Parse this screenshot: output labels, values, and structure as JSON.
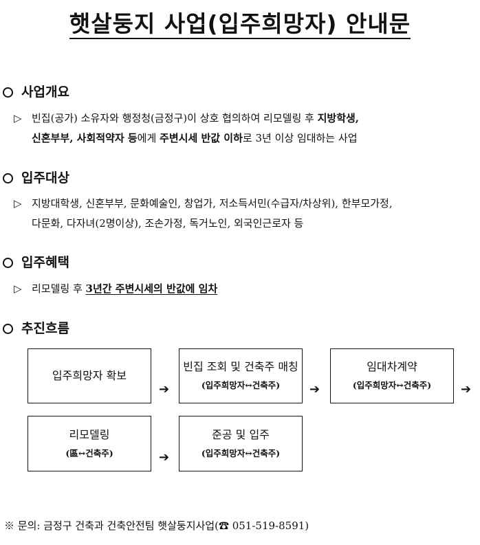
{
  "title": "햇살둥지 사업(입주희망자) 안내문",
  "sections": [
    {
      "heading": "사업개요",
      "bullet": "▷",
      "line1_parts": [
        {
          "text": "빈집(공가) 소유자와 행정청(금정구)이 상호 협의하여 리모델링 후 ",
          "style": "normal"
        },
        {
          "text": "지방학생,",
          "style": "bold"
        }
      ],
      "line2_parts": [
        {
          "text": "신혼부부, 사회적약자 등",
          "style": "bold"
        },
        {
          "text": "에게 ",
          "style": "normal"
        },
        {
          "text": "주변시세 반값 이하",
          "style": "bold"
        },
        {
          "text": "로 3년 이상 임대하는 사업",
          "style": "normal"
        }
      ]
    },
    {
      "heading": "입주대상",
      "bullet": "▷",
      "line1": "지방대학생, 신혼부부, 문화예술인, 창업가, 저소득서민(수급자/차상위), 한부모가정,",
      "line2": "다문화, 다자녀(2명이상), 조손가정, 독거노인, 외국인근로자 등"
    },
    {
      "heading": "입주혜택",
      "bullet": "▷",
      "prefix": "리모델링 후 ",
      "highlight": "3년간 주변시세의 반값에 임차"
    },
    {
      "heading": "추진흐름"
    }
  ],
  "flow": [
    {
      "main": "입주희망자 확보",
      "sub": ""
    },
    {
      "main": "빈집 조회 및 건축주 매칭",
      "sub": "(입주희망자↔건축주)"
    },
    {
      "main": "임대차계약",
      "sub": "(입주희망자↔건축주)"
    },
    {
      "main": "리모델링",
      "sub": "(區↔건축주)"
    },
    {
      "main": "준공 및 입주",
      "sub": "(입주희망자↔건축주)"
    }
  ],
  "arrow_glyph": "➔",
  "footer": "※ 문의: 금정구 건축과 건축안전팀 햇살둥지사업(☎ 051-519-8591)"
}
